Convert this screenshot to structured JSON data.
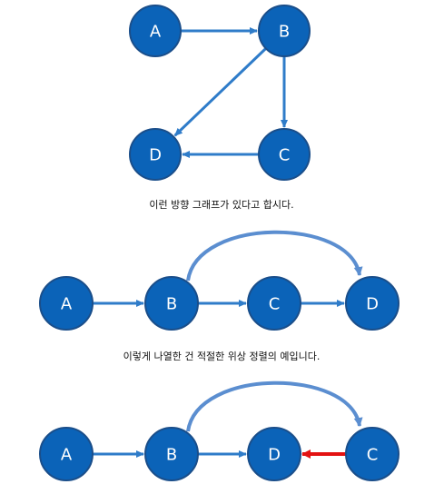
{
  "colors": {
    "node_fill": "#0b63b8",
    "edge": "#2f7cc9",
    "curve": "#5b8ed0",
    "highlight": "#e31212"
  },
  "diagrams": [
    {
      "nodes": [
        {
          "id": "A",
          "label": "A"
        },
        {
          "id": "B",
          "label": "B"
        },
        {
          "id": "C",
          "label": "C"
        },
        {
          "id": "D",
          "label": "D"
        }
      ],
      "edges": [
        {
          "from": "A",
          "to": "B"
        },
        {
          "from": "B",
          "to": "D"
        },
        {
          "from": "B",
          "to": "C"
        },
        {
          "from": "C",
          "to": "D"
        }
      ],
      "caption": "이런 방향 그래프가 있다고 합시다."
    },
    {
      "nodes": [
        {
          "id": "A",
          "label": "A"
        },
        {
          "id": "B",
          "label": "B"
        },
        {
          "id": "C",
          "label": "C"
        },
        {
          "id": "D",
          "label": "D"
        }
      ],
      "edges": [
        {
          "from": "A",
          "to": "B"
        },
        {
          "from": "B",
          "to": "C"
        },
        {
          "from": "C",
          "to": "D"
        },
        {
          "from": "B",
          "to": "D",
          "curved": true
        }
      ],
      "caption": "이렇게 나열한 건 적절한 위상 정렬의 예입니다."
    },
    {
      "nodes": [
        {
          "id": "A",
          "label": "A"
        },
        {
          "id": "B",
          "label": "B"
        },
        {
          "id": "D",
          "label": "D"
        },
        {
          "id": "C",
          "label": "C"
        }
      ],
      "edges": [
        {
          "from": "A",
          "to": "B"
        },
        {
          "from": "B",
          "to": "D"
        },
        {
          "from": "C",
          "to": "D",
          "highlight": true
        },
        {
          "from": "B",
          "to": "C",
          "curved": true
        }
      ]
    }
  ]
}
